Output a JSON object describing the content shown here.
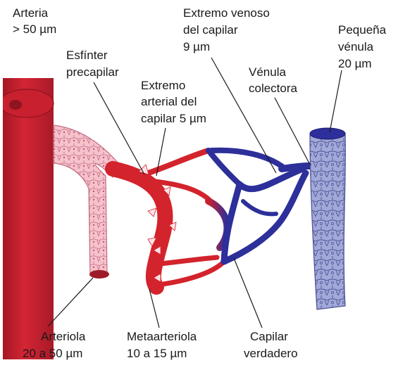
{
  "labels": {
    "arteria": [
      "Arteria",
      "> 50 µm"
    ],
    "esfinter": [
      "Esfínter",
      "precapilar"
    ],
    "extremo_arterial": [
      "Extremo",
      "arterial del",
      "capilar 5 µm"
    ],
    "extremo_venoso": [
      "Extremo venoso",
      "del capilar",
      "9 µm"
    ],
    "venula_colectora": [
      "Vénula",
      "colectora"
    ],
    "pequena_venula": [
      "Pequeña",
      "vénula",
      "20 µm"
    ],
    "arteriola": [
      "Arteriola",
      "20 a 50 µm"
    ],
    "metaarteriola": [
      "Metaarteriola",
      "10 a 15 µm"
    ],
    "capilar_verdadero": [
      "Capilar",
      "verdadero"
    ]
  },
  "colors": {
    "artery_red": "#c8202e",
    "artery_dark": "#8e1420",
    "arteriole_pink": "#f4b8c4",
    "arteriole_line": "#c26a80",
    "capillary_red": "#d3232c",
    "capillary_blue": "#2d2f9a",
    "venule_light": "#98a0d2",
    "venule_line": "#4a4f96",
    "leader": "#1a1a1a"
  }
}
